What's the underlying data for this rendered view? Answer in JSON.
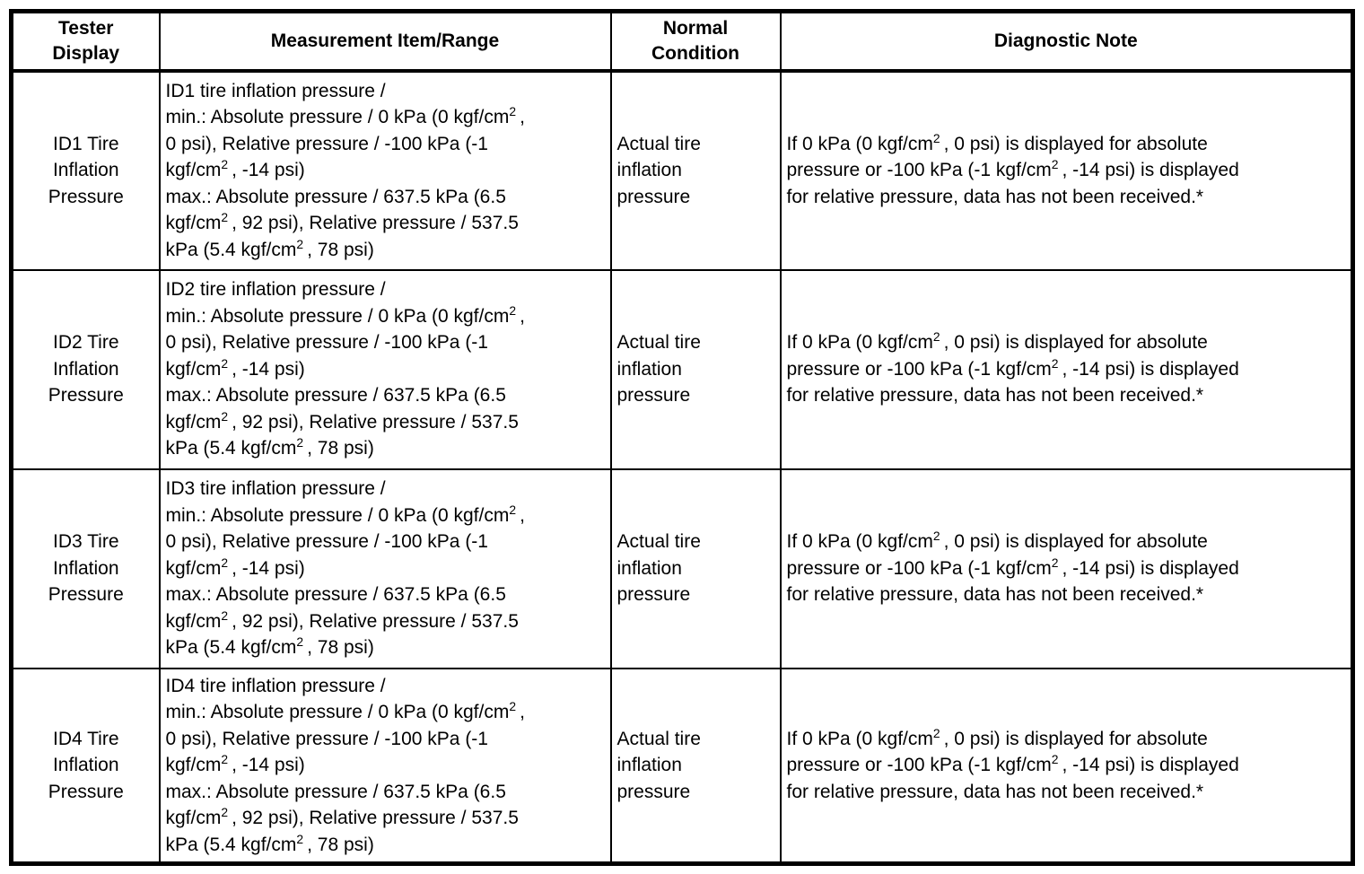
{
  "colors": {
    "text": "#000000",
    "background": "#ffffff",
    "border": "#000000"
  },
  "table": {
    "header": {
      "columns": [
        {
          "lines": [
            "Tester",
            "Display"
          ]
        },
        {
          "lines": [
            "Measurement Item/Range"
          ]
        },
        {
          "lines": [
            "Normal",
            "Condition"
          ]
        },
        {
          "lines": [
            "Diagnostic Note"
          ]
        }
      ]
    },
    "rows": [
      {
        "tester_display": [
          "ID1 Tire",
          "Inflation",
          "Pressure"
        ],
        "measurement": [
          "ID1 tire inflation pressure /",
          "min.: Absolute pressure / 0 kPa (0 kgf/cm^2,",
          "0 psi), Relative pressure / -100 kPa (-1",
          "kgf/cm^2, -14 psi)",
          "max.: Absolute pressure / 637.5 kPa (6.5",
          "kgf/cm^2, 92 psi), Relative pressure / 537.5",
          "kPa (5.4 kgf/cm^2, 78 psi)"
        ],
        "normal_condition": [
          "Actual tire",
          "inflation",
          "pressure"
        ],
        "diagnostic_note": [
          "If 0 kPa (0 kgf/cm^2, 0 psi) is displayed for absolute",
          "pressure or -100 kPa (-1 kgf/cm^2, -14 psi) is displayed",
          "for relative pressure, data has not been received.*"
        ]
      },
      {
        "tester_display": [
          "ID2 Tire",
          "Inflation",
          "Pressure"
        ],
        "measurement": [
          "ID2 tire inflation pressure /",
          "min.: Absolute pressure / 0 kPa (0 kgf/cm^2,",
          "0 psi), Relative pressure / -100 kPa (-1",
          "kgf/cm^2, -14 psi)",
          "max.: Absolute pressure / 637.5 kPa (6.5",
          "kgf/cm^2, 92 psi), Relative pressure / 537.5",
          "kPa (5.4 kgf/cm^2, 78 psi)"
        ],
        "normal_condition": [
          "Actual tire",
          "inflation",
          "pressure"
        ],
        "diagnostic_note": [
          "If 0 kPa (0 kgf/cm^2, 0 psi) is displayed for absolute",
          "pressure or -100 kPa (-1 kgf/cm^2, -14 psi) is displayed",
          "for relative pressure, data has not been received.*"
        ]
      },
      {
        "tester_display": [
          "ID3 Tire",
          "Inflation",
          "Pressure"
        ],
        "measurement": [
          "ID3 tire inflation pressure /",
          "min.: Absolute pressure / 0 kPa (0 kgf/cm^2,",
          "0 psi), Relative pressure / -100 kPa (-1",
          "kgf/cm^2, -14 psi)",
          "max.: Absolute pressure / 637.5 kPa (6.5",
          "kgf/cm^2, 92 psi), Relative pressure / 537.5",
          "kPa (5.4 kgf/cm^2, 78 psi)"
        ],
        "normal_condition": [
          "Actual tire",
          "inflation",
          "pressure"
        ],
        "diagnostic_note": [
          "If 0 kPa (0 kgf/cm^2, 0 psi) is displayed for absolute",
          "pressure or -100 kPa (-1 kgf/cm^2, -14 psi) is displayed",
          "for relative pressure, data has not been received.*"
        ]
      },
      {
        "tester_display": [
          "ID4 Tire",
          "Inflation",
          "Pressure"
        ],
        "measurement": [
          "ID4 tire inflation pressure /",
          "min.: Absolute pressure / 0 kPa (0 kgf/cm^2,",
          "0 psi), Relative pressure / -100 kPa (-1",
          "kgf/cm^2, -14 psi)",
          "max.: Absolute pressure / 637.5 kPa (6.5",
          "kgf/cm^2, 92 psi), Relative pressure / 537.5",
          "kPa (5.4 kgf/cm^2, 78 psi)"
        ],
        "normal_condition": [
          "Actual tire",
          "inflation",
          "pressure"
        ],
        "diagnostic_note": [
          "If 0 kPa (0 kgf/cm^2, 0 psi) is displayed for absolute",
          "pressure or -100 kPa (-1 kgf/cm^2, -14 psi) is displayed",
          "for relative pressure, data has not been received.*"
        ]
      }
    ]
  }
}
